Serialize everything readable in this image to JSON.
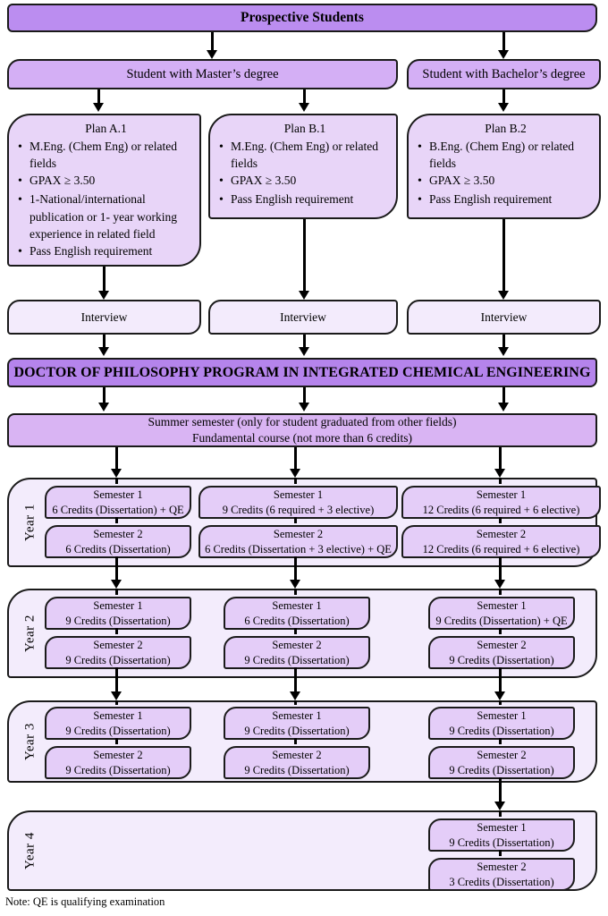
{
  "flow": {
    "prospective": "Prospective Students",
    "masters": "Student with Master’s degree",
    "bachelors": "Student with Bachelor’s degree",
    "plans": [
      {
        "title": "Plan A.1",
        "bullets": [
          "M.Eng. (Chem Eng) or related fields",
          "GPAX ≥ 3.50",
          "1-National/international publication or 1- year working experience in related field",
          "Pass English requirement"
        ]
      },
      {
        "title": "Plan B.1",
        "bullets": [
          "M.Eng. (Chem Eng) or related fields",
          "GPAX ≥ 3.50",
          "Pass English requirement"
        ]
      },
      {
        "title": "Plan B.2",
        "bullets": [
          "B.Eng. (Chem Eng) or related fields",
          "GPAX ≥ 3.50",
          "Pass English requirement"
        ]
      }
    ],
    "interview": "Interview",
    "program_title": "DOCTOR OF PHILOSOPHY PROGRAM IN INTEGRATED CHEMICAL ENGINEERING",
    "summer_line1": "Summer semester (only for student graduated from other fields)",
    "summer_line2": "Fundamental course (not more than 6 credits)",
    "semester1_label": "Semester 1",
    "semester2_label": "Semester 2",
    "years": [
      {
        "label": "Year 1",
        "columns": [
          {
            "s1": "6 Credits (Dissertation) + QE",
            "s2": "6 Credits (Dissertation)"
          },
          {
            "s1": "9 Credits (6 required + 3 elective)",
            "s2": "6 Credits (Dissertation + 3 elective) + QE"
          },
          {
            "s1": "12 Credits (6 required + 6 elective)",
            "s2": "12 Credits (6 required + 6 elective)"
          }
        ]
      },
      {
        "label": "Year 2",
        "columns": [
          {
            "s1": "9 Credits (Dissertation)",
            "s2": "9 Credits (Dissertation)"
          },
          {
            "s1": "6 Credits (Dissertation)",
            "s2": "9 Credits (Dissertation)"
          },
          {
            "s1": "9 Credits (Dissertation) + QE",
            "s2": "9 Credits (Dissertation)"
          }
        ]
      },
      {
        "label": "Year 3",
        "columns": [
          {
            "s1": "9 Credits (Dissertation)",
            "s2": "9 Credits (Dissertation)"
          },
          {
            "s1": "9 Credits (Dissertation)",
            "s2": "9 Credits (Dissertation)"
          },
          {
            "s1": "9 Credits (Dissertation)",
            "s2": "9 Credits (Dissertation)"
          }
        ]
      },
      {
        "label": "Year 4",
        "columns": [
          null,
          null,
          {
            "s1": "9 Credits (Dissertation)",
            "s2": "3 Credits (Dissertation)"
          }
        ]
      }
    ],
    "note": "Note: QE is qualifying examination"
  },
  "colors": {
    "top_box": "#bb8df0",
    "degree_box": "#d4aff5",
    "plan_box": "#e8d5f8",
    "interview_box": "#f3ebfc",
    "title_box": "#b584ec",
    "summer_box": "#d9b4f3",
    "year_panel": "#f3ecfc",
    "semester_box": "#e4cdf8",
    "arrow": "#000000",
    "background": "#ffffff"
  }
}
